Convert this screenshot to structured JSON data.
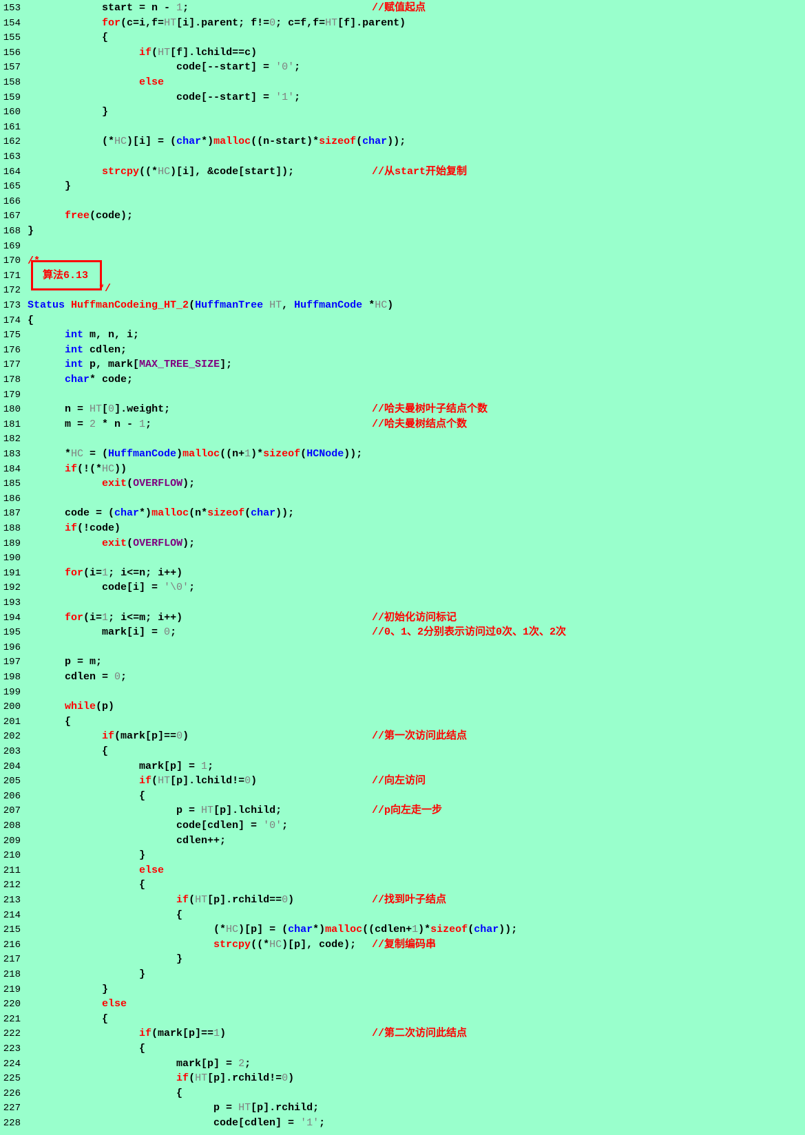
{
  "algorithm_label": "算法6.13",
  "colors": {
    "background": "#99ffcc",
    "keyword": "#ff0000",
    "type": "#0000ff",
    "macro": "#800080",
    "literal": "#808080",
    "comment": "#ff0000"
  },
  "lines": [
    {
      "n": "153",
      "tokens": [
        [
          "            start = n - ",
          ""
        ],
        [
          "1",
          "num"
        ],
        [
          ";",
          ""
        ]
      ],
      "comment": "//赋值起点"
    },
    {
      "n": "154",
      "tokens": [
        [
          "            ",
          ""
        ],
        [
          "for",
          "kw"
        ],
        [
          "(c=i,f=",
          ""
        ],
        [
          "HT",
          "var"
        ],
        [
          "[i].parent; f!=",
          ""
        ],
        [
          "0",
          "num"
        ],
        [
          "; c=f,f=",
          ""
        ],
        [
          "HT",
          "var"
        ],
        [
          "[f].parent)",
          ""
        ]
      ],
      "comment": ""
    },
    {
      "n": "155",
      "tokens": [
        [
          "            {",
          ""
        ]
      ],
      "comment": ""
    },
    {
      "n": "156",
      "tokens": [
        [
          "                  ",
          ""
        ],
        [
          "if",
          "kw"
        ],
        [
          "(",
          ""
        ],
        [
          "HT",
          "var"
        ],
        [
          "[f].lchild==c)",
          ""
        ]
      ],
      "comment": ""
    },
    {
      "n": "157",
      "tokens": [
        [
          "                        code[--start] = ",
          ""
        ],
        [
          "'0'",
          "str"
        ],
        [
          ";",
          ""
        ]
      ],
      "comment": ""
    },
    {
      "n": "158",
      "tokens": [
        [
          "                  ",
          ""
        ],
        [
          "else",
          "kw"
        ]
      ],
      "comment": ""
    },
    {
      "n": "159",
      "tokens": [
        [
          "                        code[--start] = ",
          ""
        ],
        [
          "'1'",
          "str"
        ],
        [
          ";",
          ""
        ]
      ],
      "comment": ""
    },
    {
      "n": "160",
      "tokens": [
        [
          "            }",
          ""
        ]
      ],
      "comment": ""
    },
    {
      "n": "161",
      "tokens": [],
      "comment": ""
    },
    {
      "n": "162",
      "tokens": [
        [
          "            (*",
          ""
        ],
        [
          "HC",
          "var"
        ],
        [
          ")[i] = (",
          ""
        ],
        [
          "char",
          "ty"
        ],
        [
          "*)",
          ""
        ],
        [
          "malloc",
          "kw"
        ],
        [
          "((n-start)*",
          ""
        ],
        [
          "sizeof",
          "kw"
        ],
        [
          "(",
          ""
        ],
        [
          "char",
          "ty"
        ],
        [
          "));",
          ""
        ]
      ],
      "comment": ""
    },
    {
      "n": "163",
      "tokens": [],
      "comment": ""
    },
    {
      "n": "164",
      "tokens": [
        [
          "            ",
          ""
        ],
        [
          "strcpy",
          "kw"
        ],
        [
          "((*",
          ""
        ],
        [
          "HC",
          "var"
        ],
        [
          ")[i], &code[start]);",
          ""
        ]
      ],
      "comment": "//从start开始复制"
    },
    {
      "n": "165",
      "tokens": [
        [
          "      }",
          ""
        ]
      ],
      "comment": ""
    },
    {
      "n": "166",
      "tokens": [],
      "comment": ""
    },
    {
      "n": "167",
      "tokens": [
        [
          "      ",
          ""
        ],
        [
          "free",
          "kw"
        ],
        [
          "(code);",
          ""
        ]
      ],
      "comment": ""
    },
    {
      "n": "168",
      "tokens": [
        [
          "}",
          ""
        ]
      ],
      "comment": ""
    },
    {
      "n": "169",
      "tokens": [],
      "comment": ""
    },
    {
      "n": "170",
      "tokens": [],
      "comment": ""
    },
    {
      "n": "171",
      "tokens": [],
      "comment": ""
    },
    {
      "n": "172",
      "tokens": [],
      "comment": ""
    },
    {
      "n": "173",
      "tokens": [
        [
          "Status",
          "ty"
        ],
        [
          " ",
          ""
        ],
        [
          "HuffmanCodeing_HT_2",
          "kw"
        ],
        [
          "(",
          ""
        ],
        [
          "HuffmanTree",
          "ty"
        ],
        [
          " ",
          ""
        ],
        [
          "HT",
          "var"
        ],
        [
          ", ",
          ""
        ],
        [
          "HuffmanCode",
          "ty"
        ],
        [
          " *",
          ""
        ],
        [
          "HC",
          "var"
        ],
        [
          ")",
          ""
        ]
      ],
      "comment": ""
    },
    {
      "n": "174",
      "tokens": [
        [
          "{",
          ""
        ]
      ],
      "comment": ""
    },
    {
      "n": "175",
      "tokens": [
        [
          "      ",
          ""
        ],
        [
          "int",
          "ty"
        ],
        [
          " m, n, i;",
          ""
        ]
      ],
      "comment": ""
    },
    {
      "n": "176",
      "tokens": [
        [
          "      ",
          ""
        ],
        [
          "int",
          "ty"
        ],
        [
          " cdlen;",
          ""
        ]
      ],
      "comment": ""
    },
    {
      "n": "177",
      "tokens": [
        [
          "      ",
          ""
        ],
        [
          "int",
          "ty"
        ],
        [
          " p, mark[",
          ""
        ],
        [
          "MAX_TREE_SIZE",
          "mac"
        ],
        [
          "];",
          ""
        ]
      ],
      "comment": ""
    },
    {
      "n": "178",
      "tokens": [
        [
          "      ",
          ""
        ],
        [
          "char",
          "ty"
        ],
        [
          "* code;",
          ""
        ]
      ],
      "comment": ""
    },
    {
      "n": "179",
      "tokens": [],
      "comment": ""
    },
    {
      "n": "180",
      "tokens": [
        [
          "      n = ",
          ""
        ],
        [
          "HT",
          "var"
        ],
        [
          "[",
          ""
        ],
        [
          "0",
          "num"
        ],
        [
          "].weight;",
          ""
        ]
      ],
      "comment": "//哈夫曼树叶子结点个数"
    },
    {
      "n": "181",
      "tokens": [
        [
          "      m = ",
          ""
        ],
        [
          "2",
          "num"
        ],
        [
          " * n - ",
          ""
        ],
        [
          "1",
          "num"
        ],
        [
          ";",
          ""
        ]
      ],
      "comment": "//哈夫曼树结点个数"
    },
    {
      "n": "182",
      "tokens": [],
      "comment": ""
    },
    {
      "n": "183",
      "tokens": [
        [
          "      *",
          ""
        ],
        [
          "HC",
          "var"
        ],
        [
          " = (",
          ""
        ],
        [
          "HuffmanCode",
          "ty"
        ],
        [
          ")",
          ""
        ],
        [
          "malloc",
          "kw"
        ],
        [
          "((n+",
          ""
        ],
        [
          "1",
          "num"
        ],
        [
          ")*",
          ""
        ],
        [
          "sizeof",
          "kw"
        ],
        [
          "(",
          ""
        ],
        [
          "HCNode",
          "ty"
        ],
        [
          "));",
          ""
        ]
      ],
      "comment": ""
    },
    {
      "n": "184",
      "tokens": [
        [
          "      ",
          ""
        ],
        [
          "if",
          "kw"
        ],
        [
          "(!(*",
          ""
        ],
        [
          "HC",
          "var"
        ],
        [
          "))",
          ""
        ]
      ],
      "comment": ""
    },
    {
      "n": "185",
      "tokens": [
        [
          "            ",
          ""
        ],
        [
          "exit",
          "kw"
        ],
        [
          "(",
          ""
        ],
        [
          "OVERFLOW",
          "mac"
        ],
        [
          ");",
          ""
        ]
      ],
      "comment": ""
    },
    {
      "n": "186",
      "tokens": [],
      "comment": ""
    },
    {
      "n": "187",
      "tokens": [
        [
          "      code = (",
          ""
        ],
        [
          "char",
          "ty"
        ],
        [
          "*)",
          ""
        ],
        [
          "malloc",
          "kw"
        ],
        [
          "(n*",
          ""
        ],
        [
          "sizeof",
          "kw"
        ],
        [
          "(",
          ""
        ],
        [
          "char",
          "ty"
        ],
        [
          "));",
          ""
        ]
      ],
      "comment": ""
    },
    {
      "n": "188",
      "tokens": [
        [
          "      ",
          ""
        ],
        [
          "if",
          "kw"
        ],
        [
          "(!code)",
          ""
        ]
      ],
      "comment": ""
    },
    {
      "n": "189",
      "tokens": [
        [
          "            ",
          ""
        ],
        [
          "exit",
          "kw"
        ],
        [
          "(",
          ""
        ],
        [
          "OVERFLOW",
          "mac"
        ],
        [
          ");",
          ""
        ]
      ],
      "comment": ""
    },
    {
      "n": "190",
      "tokens": [],
      "comment": ""
    },
    {
      "n": "191",
      "tokens": [
        [
          "      ",
          ""
        ],
        [
          "for",
          "kw"
        ],
        [
          "(i=",
          ""
        ],
        [
          "1",
          "num"
        ],
        [
          "; i<=n; i++)",
          ""
        ]
      ],
      "comment": ""
    },
    {
      "n": "192",
      "tokens": [
        [
          "            code[i] = ",
          ""
        ],
        [
          "'\\0'",
          "str"
        ],
        [
          ";",
          ""
        ]
      ],
      "comment": ""
    },
    {
      "n": "193",
      "tokens": [],
      "comment": ""
    },
    {
      "n": "194",
      "tokens": [
        [
          "      ",
          ""
        ],
        [
          "for",
          "kw"
        ],
        [
          "(i=",
          ""
        ],
        [
          "1",
          "num"
        ],
        [
          "; i<=m; i++)",
          ""
        ]
      ],
      "comment": "//初始化访问标记"
    },
    {
      "n": "195",
      "tokens": [
        [
          "            mark[i] = ",
          ""
        ],
        [
          "0",
          "num"
        ],
        [
          ";",
          ""
        ]
      ],
      "comment": "//0、1、2分别表示访问过0次、1次、2次"
    },
    {
      "n": "196",
      "tokens": [],
      "comment": ""
    },
    {
      "n": "197",
      "tokens": [
        [
          "      p = m;",
          ""
        ]
      ],
      "comment": ""
    },
    {
      "n": "198",
      "tokens": [
        [
          "      cdlen = ",
          ""
        ],
        [
          "0",
          "num"
        ],
        [
          ";",
          ""
        ]
      ],
      "comment": ""
    },
    {
      "n": "199",
      "tokens": [],
      "comment": ""
    },
    {
      "n": "200",
      "tokens": [
        [
          "      ",
          ""
        ],
        [
          "while",
          "kw"
        ],
        [
          "(p)",
          ""
        ]
      ],
      "comment": ""
    },
    {
      "n": "201",
      "tokens": [
        [
          "      {",
          ""
        ]
      ],
      "comment": ""
    },
    {
      "n": "202",
      "tokens": [
        [
          "            ",
          ""
        ],
        [
          "if",
          "kw"
        ],
        [
          "(mark[p]==",
          ""
        ],
        [
          "0",
          "num"
        ],
        [
          ")",
          ""
        ]
      ],
      "comment": "//第一次访问此结点"
    },
    {
      "n": "203",
      "tokens": [
        [
          "            {",
          ""
        ]
      ],
      "comment": ""
    },
    {
      "n": "204",
      "tokens": [
        [
          "                  mark[p] = ",
          ""
        ],
        [
          "1",
          "num"
        ],
        [
          ";",
          ""
        ]
      ],
      "comment": ""
    },
    {
      "n": "205",
      "tokens": [
        [
          "                  ",
          ""
        ],
        [
          "if",
          "kw"
        ],
        [
          "(",
          ""
        ],
        [
          "HT",
          "var"
        ],
        [
          "[p].lchild!=",
          ""
        ],
        [
          "0",
          "num"
        ],
        [
          ")",
          ""
        ]
      ],
      "comment": "//向左访问"
    },
    {
      "n": "206",
      "tokens": [
        [
          "                  {",
          ""
        ]
      ],
      "comment": ""
    },
    {
      "n": "207",
      "tokens": [
        [
          "                        p = ",
          ""
        ],
        [
          "HT",
          "var"
        ],
        [
          "[p].lchild;",
          ""
        ]
      ],
      "comment": "//p向左走一步"
    },
    {
      "n": "208",
      "tokens": [
        [
          "                        code[cdlen] = ",
          ""
        ],
        [
          "'0'",
          "str"
        ],
        [
          ";",
          ""
        ]
      ],
      "comment": ""
    },
    {
      "n": "209",
      "tokens": [
        [
          "                        cdlen++;",
          ""
        ]
      ],
      "comment": ""
    },
    {
      "n": "210",
      "tokens": [
        [
          "                  }",
          ""
        ]
      ],
      "comment": ""
    },
    {
      "n": "211",
      "tokens": [
        [
          "                  ",
          ""
        ],
        [
          "else",
          "kw"
        ]
      ],
      "comment": ""
    },
    {
      "n": "212",
      "tokens": [
        [
          "                  {",
          ""
        ]
      ],
      "comment": ""
    },
    {
      "n": "213",
      "tokens": [
        [
          "                        ",
          ""
        ],
        [
          "if",
          "kw"
        ],
        [
          "(",
          ""
        ],
        [
          "HT",
          "var"
        ],
        [
          "[p].rchild==",
          ""
        ],
        [
          "0",
          "num"
        ],
        [
          ")",
          ""
        ]
      ],
      "comment": "//找到叶子结点"
    },
    {
      "n": "214",
      "tokens": [
        [
          "                        {",
          ""
        ]
      ],
      "comment": ""
    },
    {
      "n": "215",
      "tokens": [
        [
          "                              (*",
          ""
        ],
        [
          "HC",
          "var"
        ],
        [
          ")[p] = (",
          ""
        ],
        [
          "char",
          "ty"
        ],
        [
          "*)",
          ""
        ],
        [
          "malloc",
          "kw"
        ],
        [
          "((cdlen+",
          ""
        ],
        [
          "1",
          "num"
        ],
        [
          ")*",
          ""
        ],
        [
          "sizeof",
          "kw"
        ],
        [
          "(",
          ""
        ],
        [
          "char",
          "ty"
        ],
        [
          "));",
          ""
        ]
      ],
      "comment": ""
    },
    {
      "n": "216",
      "tokens": [
        [
          "                              ",
          ""
        ],
        [
          "strcpy",
          "kw"
        ],
        [
          "((*",
          ""
        ],
        [
          "HC",
          "var"
        ],
        [
          ")[p], code);",
          ""
        ]
      ],
      "comment": "//复制编码串"
    },
    {
      "n": "217",
      "tokens": [
        [
          "                        }",
          ""
        ]
      ],
      "comment": ""
    },
    {
      "n": "218",
      "tokens": [
        [
          "                  }",
          ""
        ]
      ],
      "comment": ""
    },
    {
      "n": "219",
      "tokens": [
        [
          "            }",
          ""
        ]
      ],
      "comment": ""
    },
    {
      "n": "220",
      "tokens": [
        [
          "            ",
          ""
        ],
        [
          "else",
          "kw"
        ]
      ],
      "comment": ""
    },
    {
      "n": "221",
      "tokens": [
        [
          "            {",
          ""
        ]
      ],
      "comment": ""
    },
    {
      "n": "222",
      "tokens": [
        [
          "                  ",
          ""
        ],
        [
          "if",
          "kw"
        ],
        [
          "(mark[p]==",
          ""
        ],
        [
          "1",
          "num"
        ],
        [
          ")",
          ""
        ]
      ],
      "comment": "//第二次访问此结点"
    },
    {
      "n": "223",
      "tokens": [
        [
          "                  {",
          ""
        ]
      ],
      "comment": ""
    },
    {
      "n": "224",
      "tokens": [
        [
          "                        mark[p] = ",
          ""
        ],
        [
          "2",
          "num"
        ],
        [
          ";",
          ""
        ]
      ],
      "comment": ""
    },
    {
      "n": "225",
      "tokens": [
        [
          "                        ",
          ""
        ],
        [
          "if",
          "kw"
        ],
        [
          "(",
          ""
        ],
        [
          "HT",
          "var"
        ],
        [
          "[p].rchild!=",
          ""
        ],
        [
          "0",
          "num"
        ],
        [
          ")",
          ""
        ]
      ],
      "comment": ""
    },
    {
      "n": "226",
      "tokens": [
        [
          "                        {",
          ""
        ]
      ],
      "comment": ""
    },
    {
      "n": "227",
      "tokens": [
        [
          "                              p = ",
          ""
        ],
        [
          "HT",
          "var"
        ],
        [
          "[p].rchild;",
          ""
        ]
      ],
      "comment": ""
    },
    {
      "n": "228",
      "tokens": [
        [
          "                              code[cdlen] = ",
          ""
        ],
        [
          "'1'",
          "str"
        ],
        [
          ";",
          ""
        ]
      ],
      "comment": ""
    }
  ]
}
